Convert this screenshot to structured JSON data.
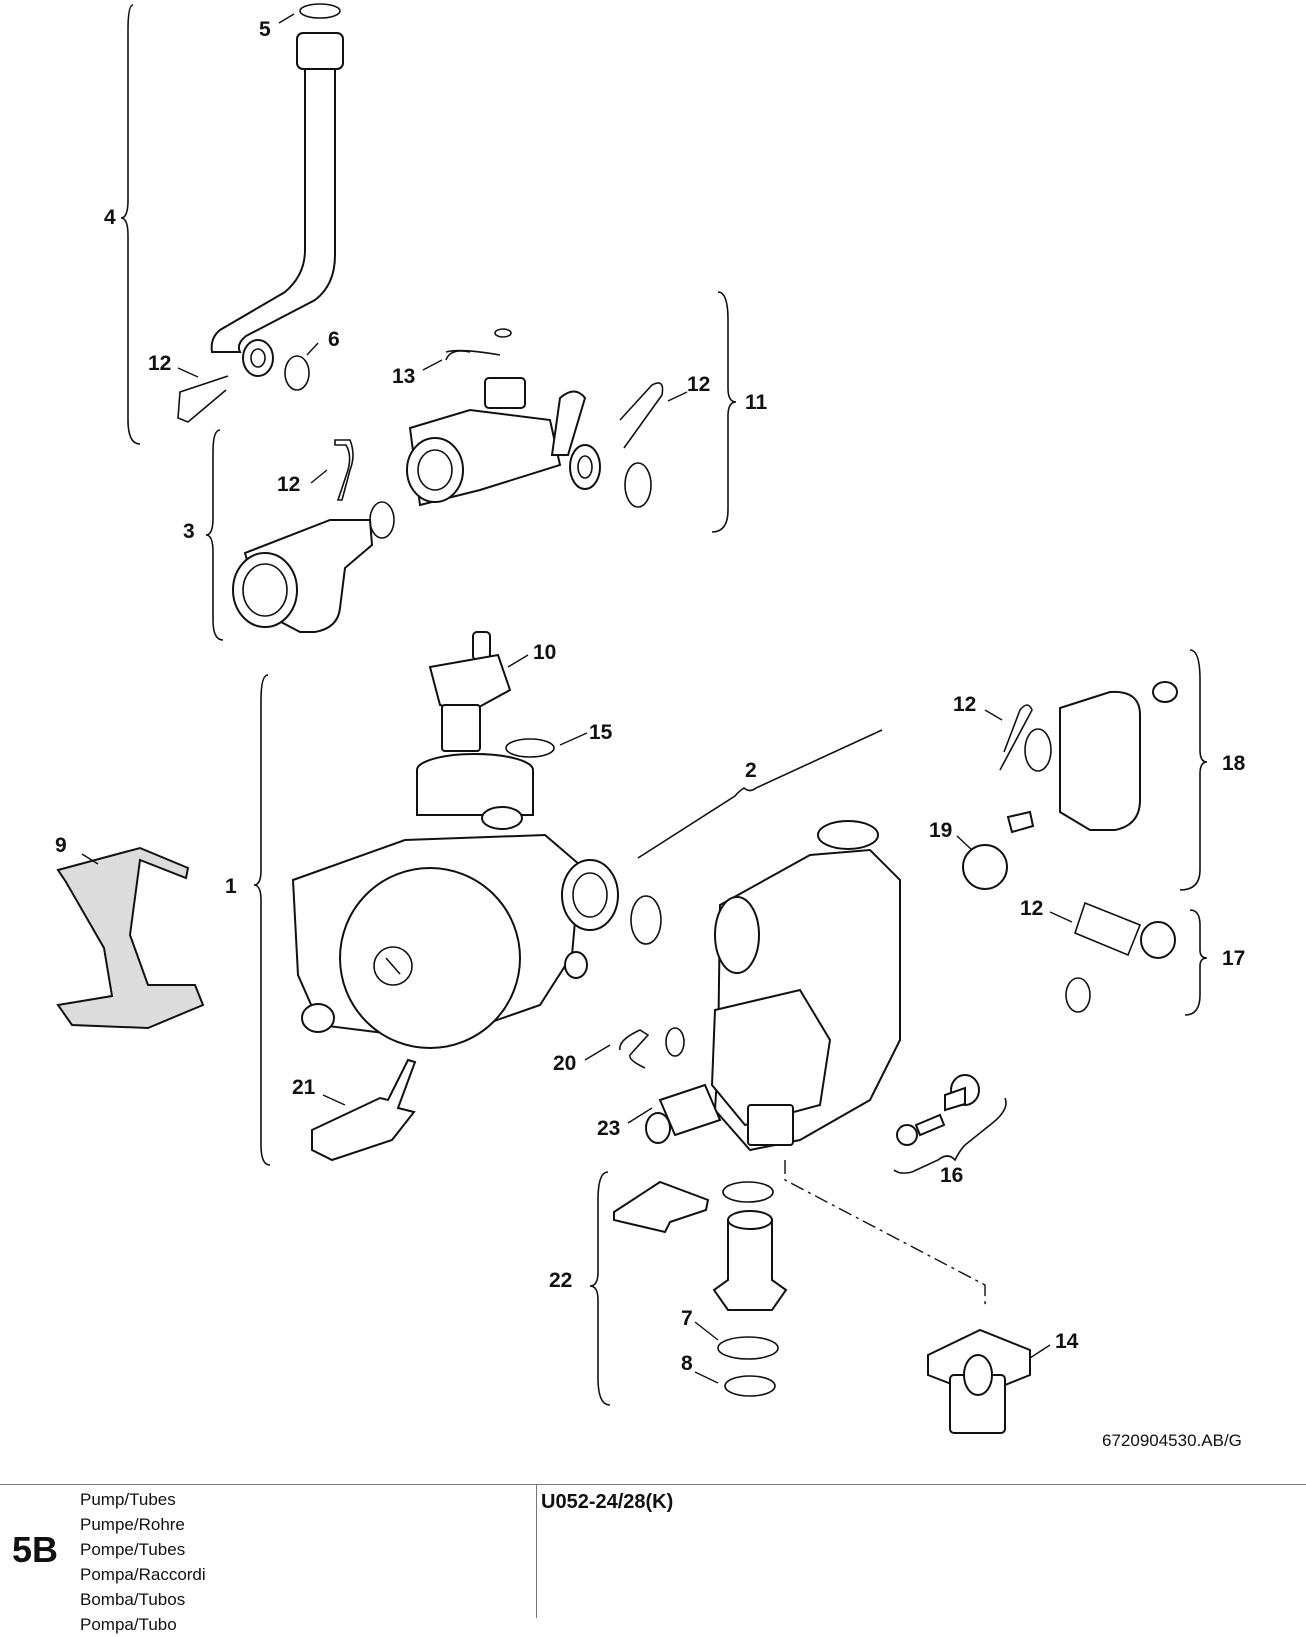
{
  "diagram": {
    "callouts": [
      "1",
      "2",
      "3",
      "4",
      "5",
      "6",
      "7",
      "8",
      "9",
      "10",
      "11",
      "12",
      "12",
      "12",
      "12",
      "12",
      "13",
      "14",
      "15",
      "16",
      "17",
      "18",
      "19",
      "20",
      "21",
      "22",
      "23"
    ],
    "drawing_number": "6720904530.AB/G"
  },
  "footer": {
    "section": "5B",
    "titles": [
      "Pump/Tubes",
      "Pumpe/Rohre",
      "Pompe/Tubes",
      "Pompa/Raccordi",
      "Bomba/Tubos",
      "Pompa/Tubo"
    ],
    "model": "U052-24/28(K)"
  }
}
